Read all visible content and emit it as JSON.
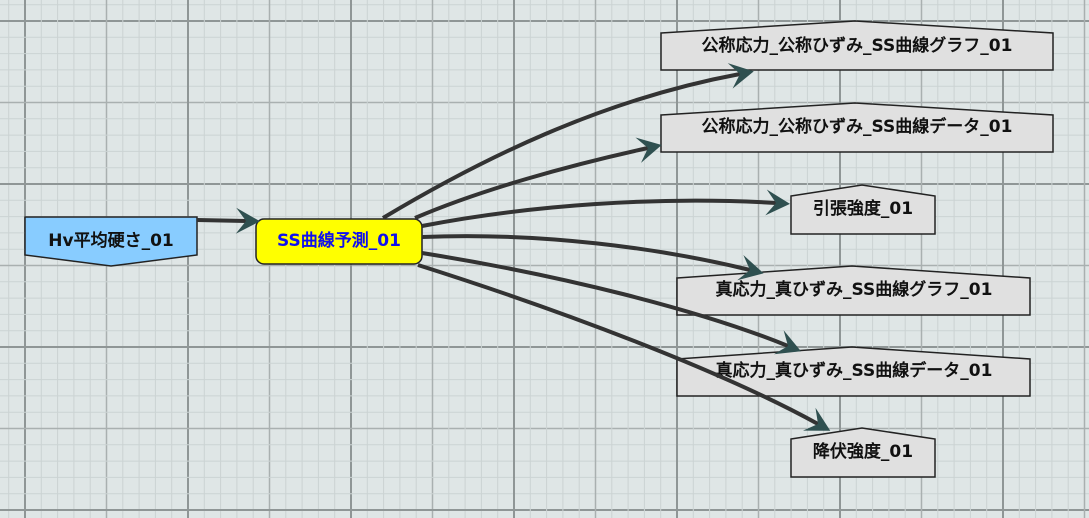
{
  "diagram": {
    "nodes": [
      {
        "id": "hv",
        "label": "Hv平均硬さ_01",
        "fill": "#88ccff",
        "text_color": "#111111",
        "shape": "down-pentagon"
      },
      {
        "id": "ss",
        "label": "SS曲線予測_01",
        "fill": "#ffff00",
        "text_color": "#1010ee",
        "shape": "rounded-rect"
      },
      {
        "id": "o1",
        "label": "公称応力_公称ひずみ_SS曲線グラフ_01",
        "fill": "#e0e0e0",
        "text_color": "#111111",
        "shape": "up-pentagon"
      },
      {
        "id": "o2",
        "label": "公称応力_公称ひずみ_SS曲線データ_01",
        "fill": "#e0e0e0",
        "text_color": "#111111",
        "shape": "up-pentagon"
      },
      {
        "id": "o3",
        "label": "引張強度_01",
        "fill": "#e0e0e0",
        "text_color": "#111111",
        "shape": "up-pentagon"
      },
      {
        "id": "o4",
        "label": "真応力_真ひずみ_SS曲線グラフ_01",
        "fill": "#e0e0e0",
        "text_color": "#111111",
        "shape": "up-pentagon"
      },
      {
        "id": "o5",
        "label": "真応力_真ひずみ_SS曲線データ_01",
        "fill": "#e0e0e0",
        "text_color": "#111111",
        "shape": "up-pentagon"
      },
      {
        "id": "o6",
        "label": "降伏強度_01",
        "fill": "#e0e0e0",
        "text_color": "#111111",
        "shape": "up-pentagon"
      }
    ],
    "edges": [
      {
        "from": "hv",
        "to": "ss"
      },
      {
        "from": "ss",
        "to": "o1"
      },
      {
        "from": "ss",
        "to": "o2"
      },
      {
        "from": "ss",
        "to": "o3"
      },
      {
        "from": "ss",
        "to": "o4"
      },
      {
        "from": "ss",
        "to": "o5"
      },
      {
        "from": "ss",
        "to": "o6"
      }
    ],
    "colors": {
      "background": "#dfe6e6",
      "edge": "#333333",
      "arrowhead": "#2f5050"
    }
  }
}
